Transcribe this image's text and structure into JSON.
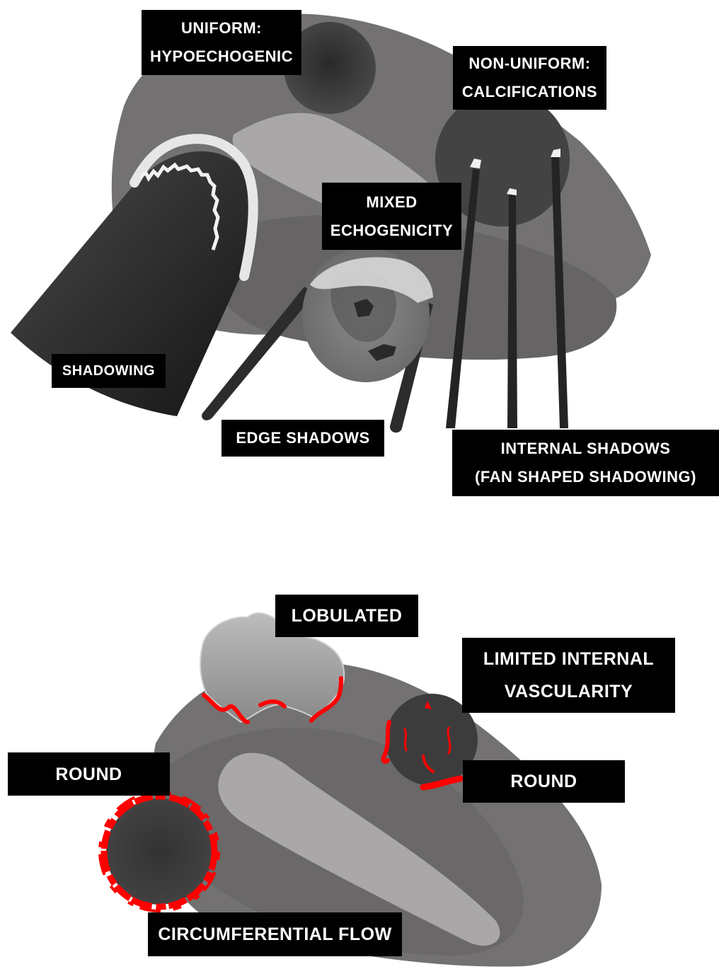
{
  "top_panel": {
    "uniform": {
      "line1": "UNIFORM:",
      "line2": "HYPOECHOGENIC"
    },
    "non_uniform": {
      "line1": "NON-UNIFORM:",
      "line2": "CALCIFICATIONS"
    },
    "mixed": {
      "line1": "MIXED",
      "line2": "ECHOGENICITY"
    },
    "shadowing": "SHADOWING",
    "edge_shadows": "EDGE SHADOWS",
    "internal_shadows": {
      "line1": "INTERNAL SHADOWS",
      "line2": "(FAN SHAPED SHADOWING)"
    }
  },
  "bottom_panel": {
    "lobulated": "LOBULATED",
    "limited_vascularity": {
      "line1": "LIMITED INTERNAL",
      "line2": "VASCULARITY"
    },
    "round_left": "ROUND",
    "round_right": "ROUND",
    "circumferential_flow": "CIRCUMFERENTIAL FLOW"
  },
  "colors": {
    "background": "#ffffff",
    "label_bg": "#000000",
    "label_text": "#ffffff",
    "muscle_gray": "#6b6969",
    "vessel_light": "#a9a7a7",
    "node_dark": "#3b3a3b",
    "shadow_black": "#1e1e1e",
    "calcification": "#ececec",
    "flow_red": "#ff0000"
  }
}
